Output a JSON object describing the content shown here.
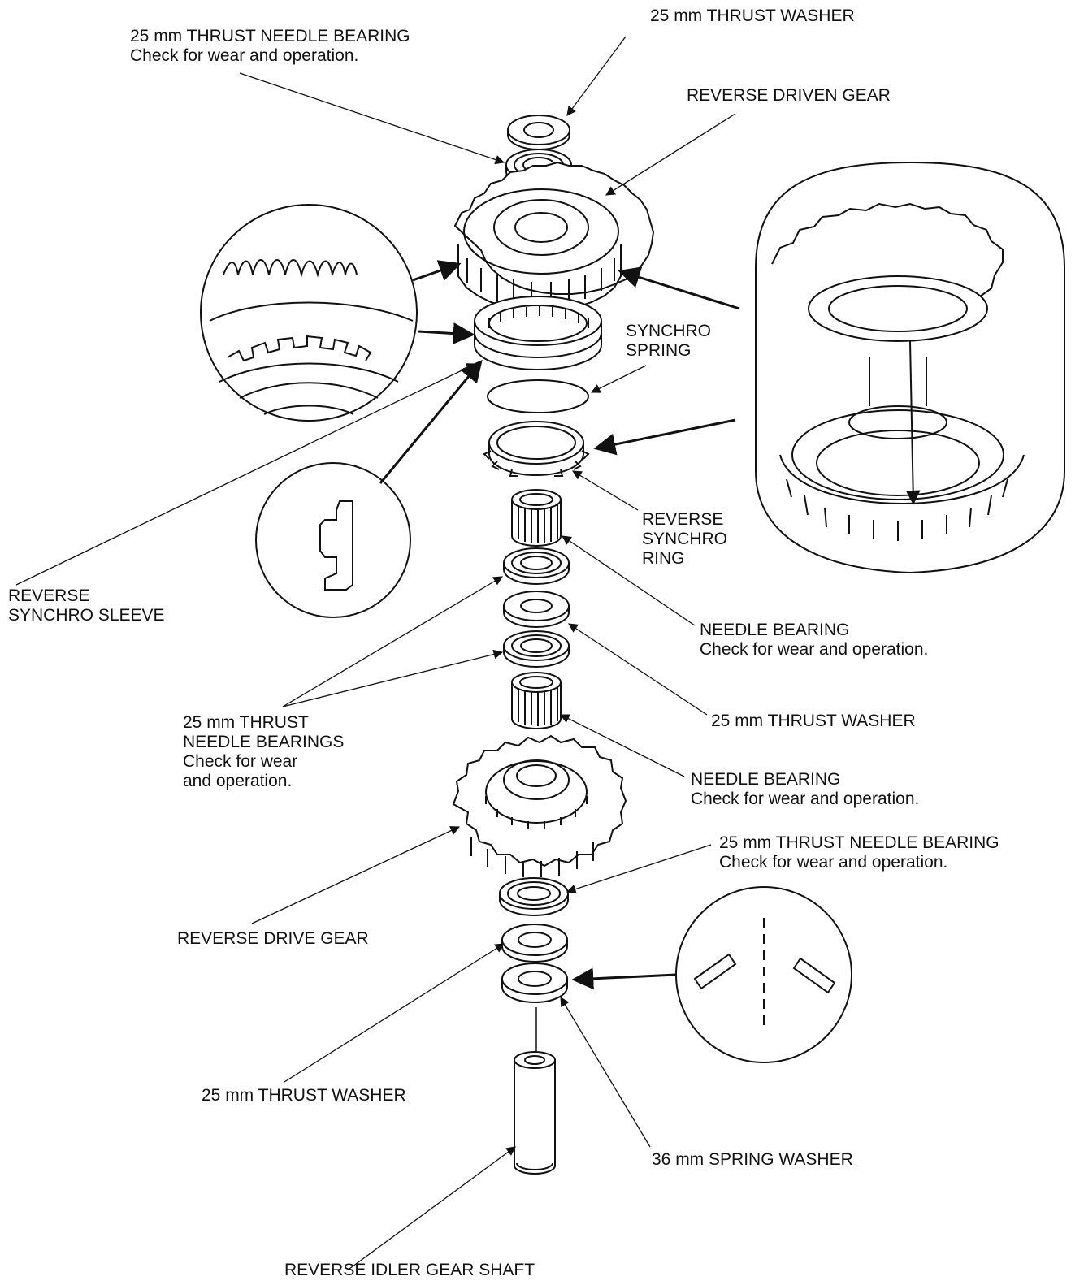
{
  "labels": {
    "thrust_washer_top": "25 mm THRUST WASHER",
    "thrust_needle_bearing_top": {
      "line1": "25 mm THRUST NEEDLE BEARING",
      "line2": "Check for wear and operation."
    },
    "reverse_driven_gear": "REVERSE DRIVEN GEAR",
    "synchro_spring": {
      "line1": "SYNCHRO",
      "line2": "SPRING"
    },
    "reverse_synchro_ring": {
      "line1": "REVERSE",
      "line2": "SYNCHRO",
      "line3": "RING"
    },
    "reverse_synchro_sleeve": {
      "line1": "REVERSE",
      "line2": "SYNCHRO SLEEVE"
    },
    "needle_bearing_upper": {
      "line1": "NEEDLE BEARING",
      "line2": "Check for wear and operation."
    },
    "thrust_washer_mid": "25 mm THRUST WASHER",
    "thrust_needle_bearings": {
      "line1": "25 mm THRUST",
      "line2": "NEEDLE BEARINGS",
      "line3": "Check for wear",
      "line4": "and operation."
    },
    "needle_bearing_lower": {
      "line1": "NEEDLE BEARING",
      "line2": "Check for wear and operation."
    },
    "thrust_needle_bearing_lower": {
      "line1": "25 mm THRUST NEEDLE BEARING",
      "line2": "Check for wear and operation."
    },
    "reverse_drive_gear": "REVERSE DRIVE GEAR",
    "thrust_washer_bottom": "25 mm THRUST WASHER",
    "spring_washer": "36 mm SPRING WASHER",
    "reverse_idler_gear_shaft": "REVERSE IDLER GEAR SHAFT"
  },
  "colors": {
    "line": "#111111",
    "background": "#ffffff"
  }
}
